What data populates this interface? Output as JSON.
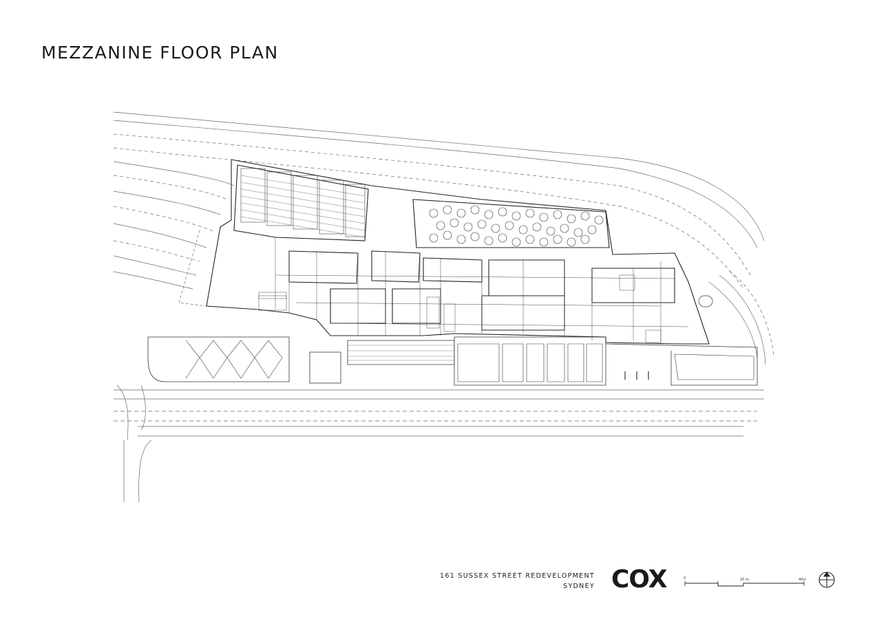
{
  "title": "MEZZANINE FLOOR PLAN",
  "title_block": {
    "project": "161 SUSSEX STREET REDEVELOPMENT",
    "city": "SYDNEY",
    "logo": "COX"
  },
  "scale_bar": {
    "labels": [
      "0",
      "20 m",
      "40m"
    ]
  },
  "icons": [
    "north-point-icon"
  ]
}
